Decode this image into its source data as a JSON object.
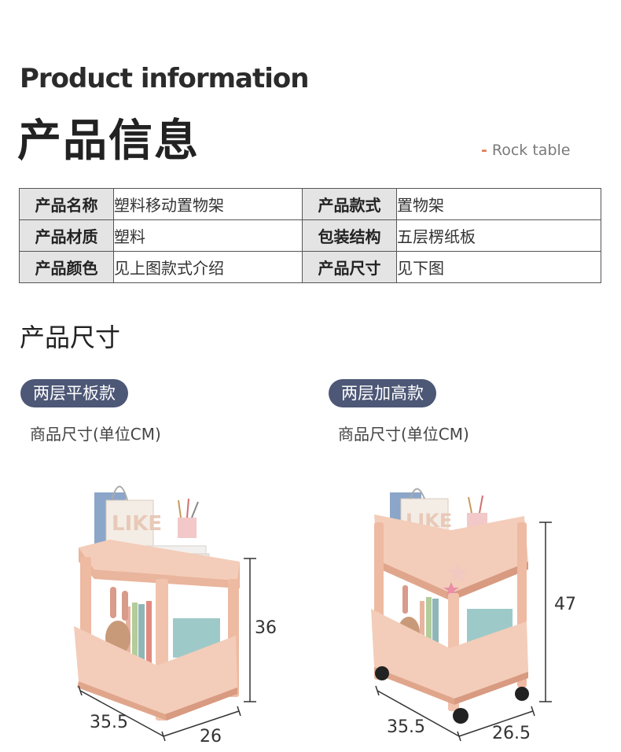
{
  "header": {
    "title_en": "Product information",
    "title_cn": "产品信息",
    "tag": "Rock table"
  },
  "info_table": [
    [
      {
        "k": "产品名称",
        "v": "塑料移动置物架"
      },
      {
        "k": "产品款式",
        "v": "置物架"
      }
    ],
    [
      {
        "k": "产品材质",
        "v": "塑料"
      },
      {
        "k": "包装结构",
        "v": "五层楞纸板"
      }
    ],
    [
      {
        "k": "产品颜色",
        "v": "见上图款式介绍"
      },
      {
        "k": "产品尺寸",
        "v": "见下图"
      }
    ]
  ],
  "size_section": {
    "title": "产品尺寸",
    "left": {
      "label": "两层平板款",
      "unit": "商品尺寸(单位CM)",
      "dims": {
        "height": "36",
        "depth": "35.5",
        "width": "26"
      }
    },
    "right": {
      "label": "两层加高款",
      "unit": "商品尺寸(单位CM)",
      "dims": {
        "height": "47",
        "depth": "35.5",
        "width": "26.5"
      }
    }
  },
  "colors": {
    "pill_bg": "#4d5776",
    "accent": "#e07a4f",
    "shelf_pink": "#f0c7b2",
    "table_key_bg": "#e4e4e4"
  }
}
